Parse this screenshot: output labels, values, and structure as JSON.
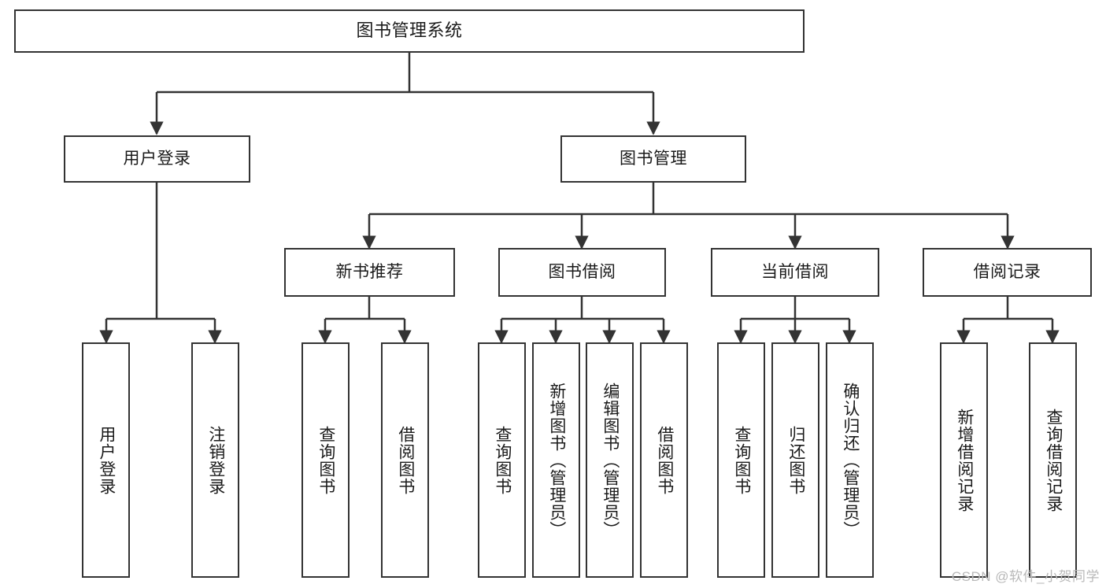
{
  "diagram": {
    "title": "图书管理系统",
    "watermark": "CSDN @软件_小贺同学",
    "line_color": "#333333",
    "box_fill": "#ffffff",
    "text_color": "#1a1a1a",
    "level1": [
      {
        "label": "用户登录"
      },
      {
        "label": "图书管理"
      }
    ],
    "level2": [
      {
        "label": "新书推荐"
      },
      {
        "label": "图书借阅"
      },
      {
        "label": "当前借阅"
      },
      {
        "label": "借阅记录"
      }
    ],
    "leaves": {
      "user_login": [
        {
          "label": "用户登录"
        },
        {
          "label": "注销登录"
        }
      ],
      "new_book_recommend": [
        {
          "label": "查询图书"
        },
        {
          "label": "借阅图书"
        }
      ],
      "book_borrow": [
        {
          "label": "查询图书"
        },
        {
          "label": "新增图书（管理员）"
        },
        {
          "label": "编辑图书（管理员）"
        },
        {
          "label": "借阅图书"
        }
      ],
      "current_borrow": [
        {
          "label": "查询图书"
        },
        {
          "label": "归还图书"
        },
        {
          "label": "确认归还（管理员）"
        }
      ],
      "borrow_record": [
        {
          "label": "新增借阅记录"
        },
        {
          "label": "查询借阅记录"
        }
      ]
    }
  }
}
